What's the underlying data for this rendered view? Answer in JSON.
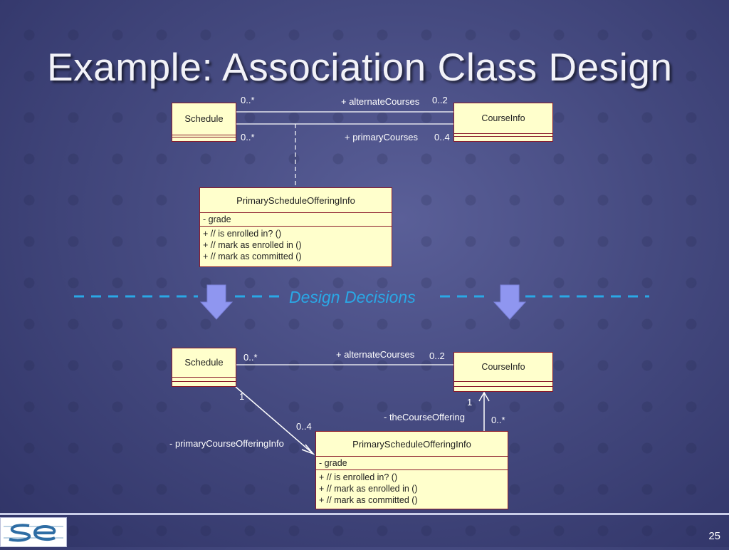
{
  "slide": {
    "title": "Example: Association Class Design",
    "divider_text": "Design Decisions",
    "page_number": "25"
  },
  "top_diagram": {
    "schedule": {
      "name": "Schedule"
    },
    "course_info": {
      "name": "CourseInfo"
    },
    "assoc_class": {
      "name": "PrimaryScheduleOfferingInfo",
      "attribute": "- grade",
      "operations": [
        "+ // is enrolled in? ()",
        "+ // mark as enrolled in ()",
        "+ // mark as committed ()"
      ]
    },
    "labels": {
      "mult_upper_left": "0..*",
      "alternate_courses": "+ alternateCourses",
      "mult_upper_right": "0..2",
      "mult_lower_left": "0..*",
      "primary_courses": "+ primaryCourses",
      "mult_lower_right": "0..4"
    }
  },
  "bottom_diagram": {
    "schedule": {
      "name": "Schedule"
    },
    "course_info": {
      "name": "CourseInfo"
    },
    "offering_class": {
      "name": "PrimaryScheduleOfferingInfo",
      "attribute": "- grade",
      "operations": [
        "+ // is enrolled in? ()",
        "+ // mark as enrolled in ()",
        "+ // mark as committed ()"
      ]
    },
    "labels": {
      "alternate_courses": "+ alternateCourses",
      "mult_schedule": "0..*",
      "mult_courseinfo": "0..2",
      "mult_one_left": "1",
      "mult_04": "0..4",
      "primary_offering_role": "- primaryCourseOfferingInfo",
      "mult_one_right": "1",
      "the_course_offering": "- theCourseOffering",
      "mult_0star": "0..*"
    }
  },
  "colors": {
    "box_fill": "#ffffcc",
    "box_border": "#8b1a2a",
    "divider": "#2aa8e6",
    "arrow": "#8f96f0"
  }
}
